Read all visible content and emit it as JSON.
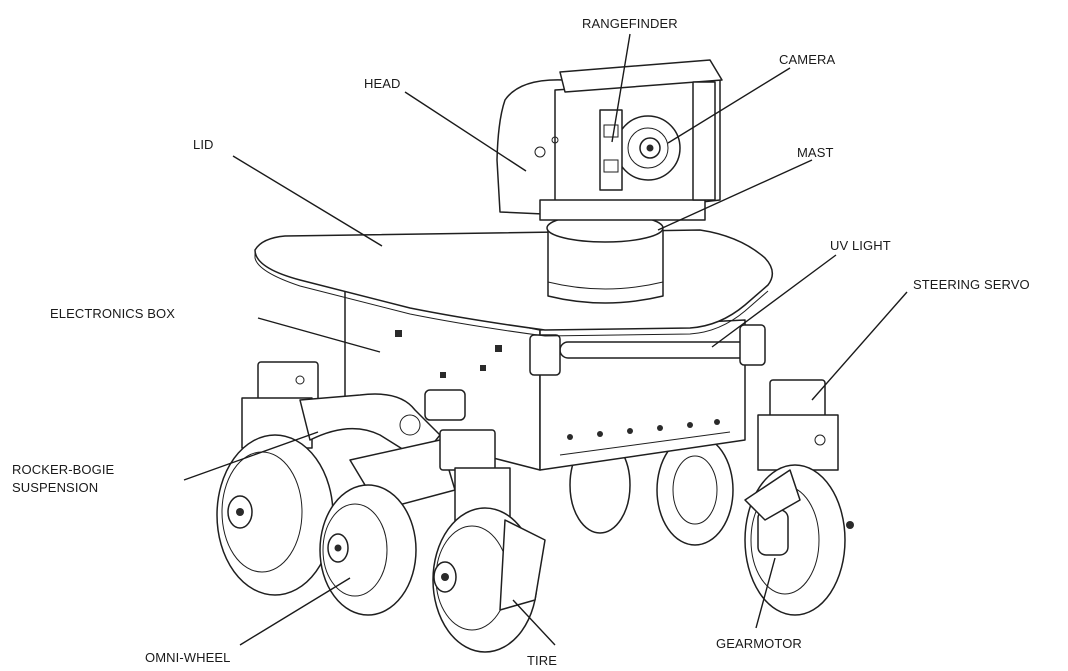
{
  "labels": {
    "rangefinder": "RANGEFINDER",
    "camera": "CAMERA",
    "head": "HEAD",
    "lid": "LID",
    "mast": "MAST",
    "uv_light": "UV LIGHT",
    "electronics_box": "ELECTRONICS BOX",
    "steering_servo": "STEERING SERVO",
    "rocker_bogie_line1": "ROCKER-BOGIE",
    "rocker_bogie_line2": "SUSPENSION",
    "omni_wheel": "OMNI-WHEEL",
    "tire": "TIRE",
    "gearmotor": "GEARMOTOR"
  },
  "colors": {
    "ink": "#1f1f1f",
    "background": "#ffffff"
  }
}
